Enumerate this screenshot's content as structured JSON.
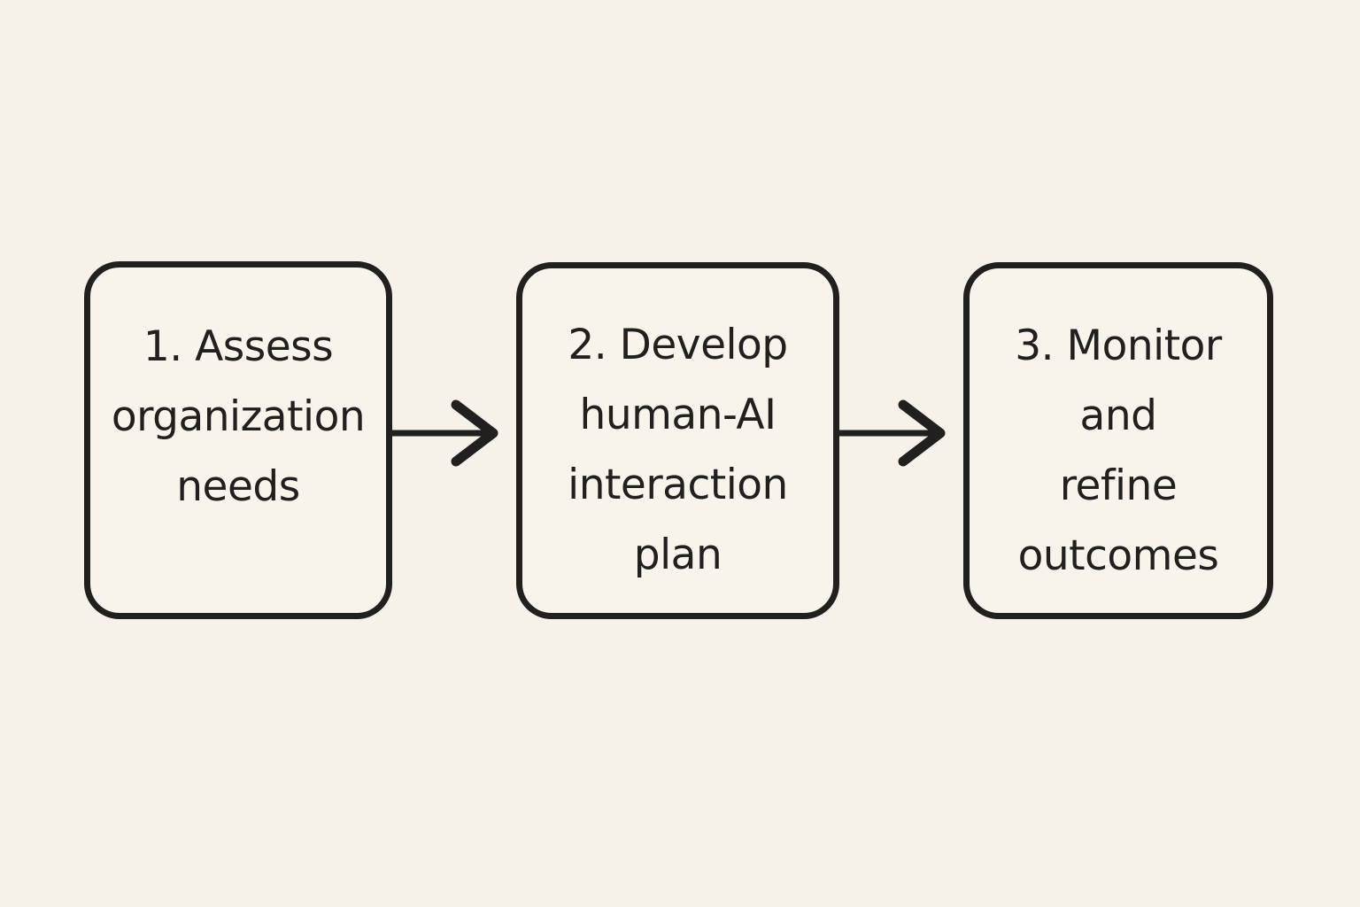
{
  "diagram": {
    "type": "flowchart",
    "direction": "left-to-right",
    "colors": {
      "background": "#f7f2e9",
      "box_fill": "#f8f3eb",
      "stroke": "#22201e",
      "text": "#22201e"
    },
    "steps": [
      {
        "id": "step-1",
        "label": "1. Assess organization needs",
        "lines": [
          "1. Assess",
          "organization",
          "needs"
        ]
      },
      {
        "id": "step-2",
        "label": "2. Develop human-AI interaction plan",
        "lines": [
          "2. Develop",
          "human-AI",
          "interaction",
          "plan"
        ]
      },
      {
        "id": "step-3",
        "label": "3. Monitor and refine outcomes",
        "lines": [
          "3. Monitor",
          "and",
          "refine",
          "outcomes"
        ]
      }
    ],
    "connectors": [
      {
        "from": "step-1",
        "to": "step-2",
        "type": "arrow-right"
      },
      {
        "from": "step-2",
        "to": "step-3",
        "type": "arrow-right"
      }
    ]
  }
}
